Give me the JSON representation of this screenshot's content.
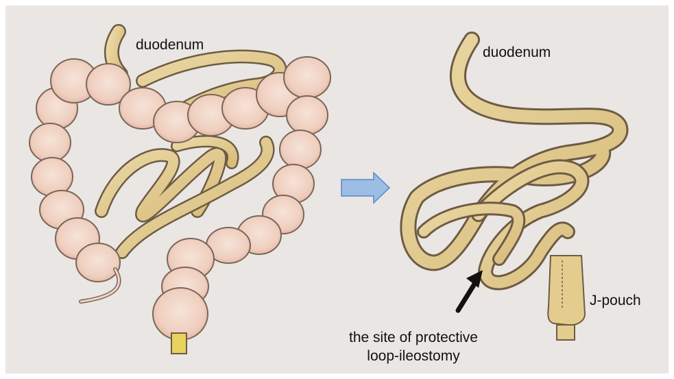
{
  "labels": {
    "duodenum_left": "duodenum",
    "duodenum_right": "duodenum",
    "j_pouch": "J-pouch",
    "site_line1": "the site of protective",
    "site_line2": "loop-ileostomy"
  },
  "colors": {
    "paper": "#e9e6e3",
    "colon_fill": "#f1d3c5",
    "colon_line": "#7a6558",
    "bowel_fill": "#e4cc8e",
    "bowel_line": "#6e5b44",
    "arrow_fill": "#9cbde4",
    "arrow_stroke": "#5b86c4"
  },
  "icons": {
    "transition_arrow": "right-arrow",
    "site_pointer": "black-arrow"
  }
}
